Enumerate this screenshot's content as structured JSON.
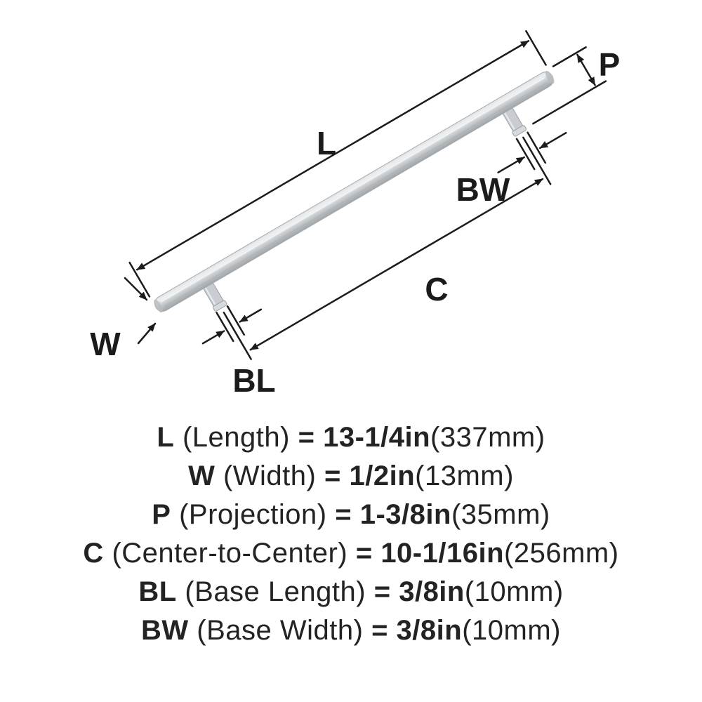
{
  "diagram": {
    "labels": {
      "length": "L",
      "projection": "P",
      "base_width": "BW",
      "center_to_center": "C",
      "width": "W",
      "base_length": "BL"
    },
    "colors": {
      "dimension_line": "#1b1b1b",
      "metal_light": "#eef0f1",
      "metal_mid": "#c6cacd",
      "metal_dark": "#9ea4a8"
    }
  },
  "specs": {
    "rows": [
      {
        "abbr": "L",
        "desc": "(Length)",
        "eq": "=",
        "value": "13-1/4in",
        "metric": "(337mm)"
      },
      {
        "abbr": "W",
        "desc": "(Width)",
        "eq": "=",
        "value": "1/2in",
        "metric": "(13mm)"
      },
      {
        "abbr": "P",
        "desc": "(Projection)",
        "eq": "=",
        "value": "1-3/8in",
        "metric": "(35mm)"
      },
      {
        "abbr": "C",
        "desc": "(Center-to-Center)",
        "eq": "=",
        "value": "10-1/16in",
        "metric": "(256mm)"
      },
      {
        "abbr": "BL",
        "desc": "(Base Length)",
        "eq": "=",
        "value": "3/8in",
        "metric": "(10mm)"
      },
      {
        "abbr": "BW",
        "desc": "(Base Width)",
        "eq": "=",
        "value": "3/8in",
        "metric": "(10mm)"
      }
    ]
  }
}
